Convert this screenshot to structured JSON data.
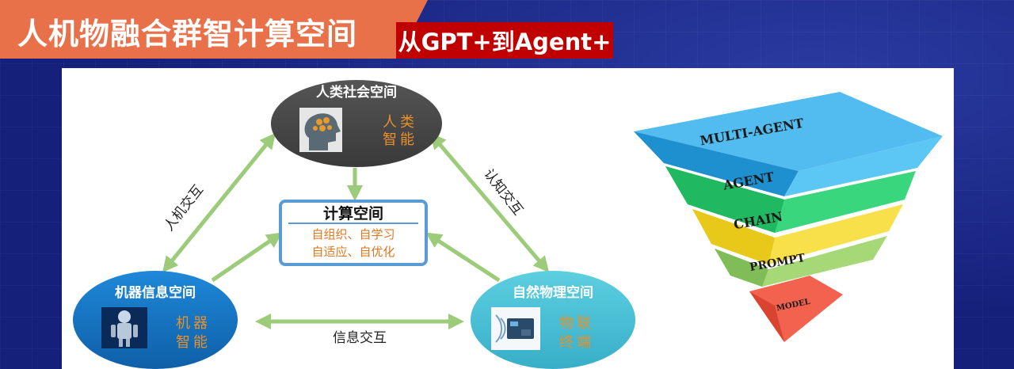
{
  "header": {
    "title": "人机物融合群智计算空间",
    "subtitle": "从GPT+到Agent+"
  },
  "triangle": {
    "top_node": {
      "title": "人类社会空间",
      "line1": "人类",
      "line2": "智能",
      "icon": "brain-head-icon"
    },
    "left_node": {
      "title": "机器信息空间",
      "line1": "机器",
      "line2": "智能",
      "icon": "robot-icon"
    },
    "right_node": {
      "title": "自然物理空间",
      "line1": "物联",
      "line2": "终端",
      "icon": "iot-device-icon"
    },
    "center": {
      "title": "计算空间",
      "line1": "自组织、自学习",
      "line2": "自适应、自优化"
    },
    "edges": {
      "left": "人机交互",
      "right": "认知交互",
      "bottom": "信息交互"
    }
  },
  "pyramid": {
    "layers": [
      "MULTI-AGENT",
      "AGENT",
      "CHAIN",
      "PROMPT",
      "MODEL"
    ],
    "colors": [
      "#2aa0e0",
      "#22c86a",
      "#f0d020",
      "#8fcc60",
      "#f04a3a"
    ]
  },
  "colors": {
    "title_banner": "#e8714a",
    "subtitle_bg": "#c00000",
    "arrow": "#9ccb7a",
    "center_text": "#e07820",
    "node_top": "#4a4a4a",
    "node_left": "#1a78c8",
    "node_right": "#4cc4d8"
  }
}
